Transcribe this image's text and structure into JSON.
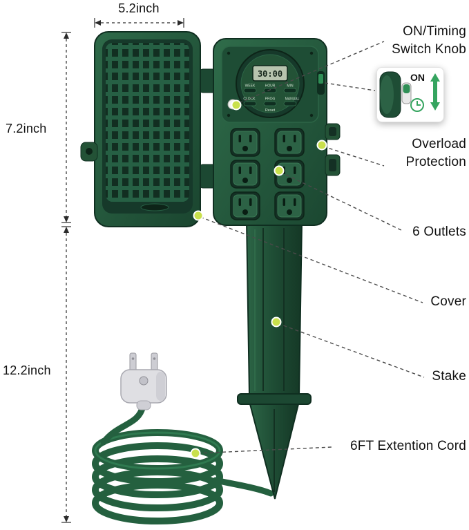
{
  "colors": {
    "product_green_dark": "#16392a",
    "product_green": "#235236",
    "product_green_light": "#2c6245",
    "lime_dot": "#c9e04c",
    "callout_line": "#4a4a4a",
    "accent_green": "#35a45f",
    "text": "#111111"
  },
  "dimensions": {
    "width": "5.2inch",
    "height": "7.2inch",
    "stake": "12.2inch"
  },
  "callouts": {
    "switch": "ON/Timing Switch Knob",
    "overload": "Overload Protection",
    "outlets": "6 Outlets",
    "cover": "Cover",
    "stake": "Stake",
    "cord": "6FT Extention Cord"
  },
  "inset": {
    "on": "ON"
  },
  "timer": {
    "lcd": "30:00",
    "row1": [
      "WEEK",
      "HOUR",
      "MIN"
    ],
    "row2": [
      "CLOCK",
      "PROG",
      "MANUAL"
    ],
    "reset": "Reset"
  }
}
